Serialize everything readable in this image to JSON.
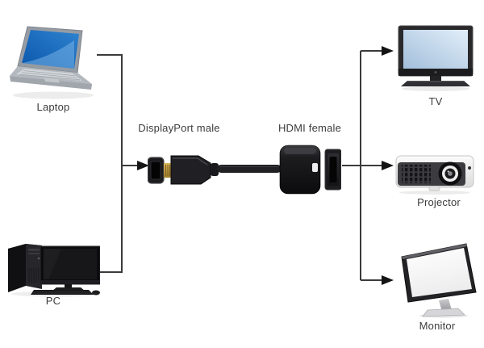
{
  "diagram": {
    "type": "connection-diagram",
    "subject": "DisplayPort male to HDMI female adapter connectivity",
    "sources": [
      {
        "id": "laptop",
        "label": "Laptop"
      },
      {
        "id": "pc",
        "label": "PC"
      }
    ],
    "adapter": {
      "input_label": "DisplayPort male",
      "output_label": "HDMI female"
    },
    "displays": [
      {
        "id": "tv",
        "label": "TV"
      },
      {
        "id": "projector",
        "label": "Projector"
      },
      {
        "id": "monitor",
        "label": "Monitor"
      }
    ],
    "colors": {
      "background": "#ffffff",
      "line": "#3b3b3b",
      "arrowhead": "#141414",
      "label_text": "#3c3c3c",
      "laptop_screen_blue": "#1565c0",
      "tv_screen_blue": "#b9d0e6",
      "device_black": "#1b1b1e",
      "gold_connector": "#c09a3e"
    }
  }
}
